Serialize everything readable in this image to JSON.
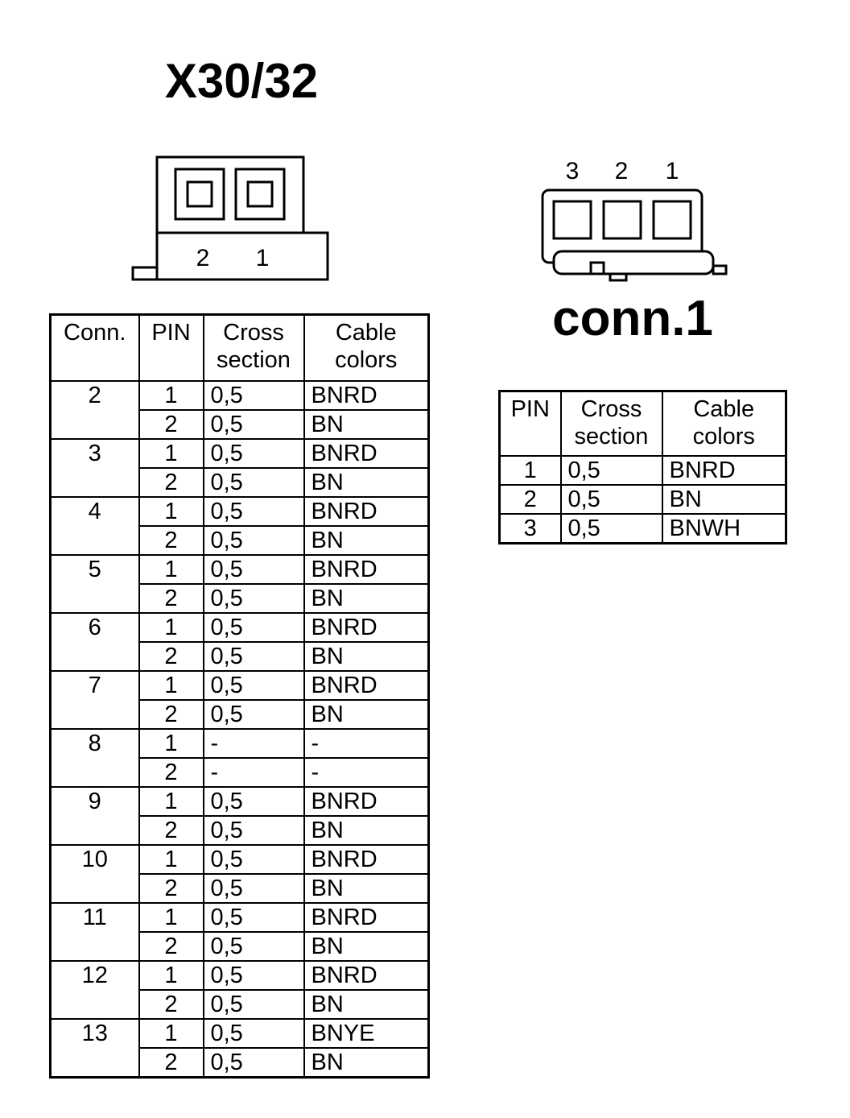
{
  "x30": {
    "title": "X30/32",
    "pin_labels": [
      "2",
      "1"
    ],
    "headers": [
      "Conn.",
      "PIN",
      "Cross section",
      "Cable colors"
    ],
    "groups": [
      {
        "conn": "2",
        "rows": [
          {
            "pin": "1",
            "cross": "0,5",
            "color": "BNRD"
          },
          {
            "pin": "2",
            "cross": "0,5",
            "color": "BN"
          }
        ]
      },
      {
        "conn": "3",
        "rows": [
          {
            "pin": "1",
            "cross": "0,5",
            "color": "BNRD"
          },
          {
            "pin": "2",
            "cross": "0,5",
            "color": "BN"
          }
        ]
      },
      {
        "conn": "4",
        "rows": [
          {
            "pin": "1",
            "cross": "0,5",
            "color": "BNRD"
          },
          {
            "pin": "2",
            "cross": "0,5",
            "color": "BN"
          }
        ]
      },
      {
        "conn": "5",
        "rows": [
          {
            "pin": "1",
            "cross": "0,5",
            "color": "BNRD"
          },
          {
            "pin": "2",
            "cross": "0,5",
            "color": "BN"
          }
        ]
      },
      {
        "conn": "6",
        "rows": [
          {
            "pin": "1",
            "cross": "0,5",
            "color": "BNRD"
          },
          {
            "pin": "2",
            "cross": "0,5",
            "color": "BN"
          }
        ]
      },
      {
        "conn": "7",
        "rows": [
          {
            "pin": "1",
            "cross": "0,5",
            "color": "BNRD"
          },
          {
            "pin": "2",
            "cross": "0,5",
            "color": "BN"
          }
        ]
      },
      {
        "conn": "8",
        "rows": [
          {
            "pin": "1",
            "cross": "-",
            "color": "-"
          },
          {
            "pin": "2",
            "cross": "-",
            "color": "-"
          }
        ]
      },
      {
        "conn": "9",
        "rows": [
          {
            "pin": "1",
            "cross": "0,5",
            "color": "BNRD"
          },
          {
            "pin": "2",
            "cross": "0,5",
            "color": "BN"
          }
        ]
      },
      {
        "conn": "10",
        "rows": [
          {
            "pin": "1",
            "cross": "0,5",
            "color": "BNRD"
          },
          {
            "pin": "2",
            "cross": "0,5",
            "color": "BN"
          }
        ]
      },
      {
        "conn": "11",
        "rows": [
          {
            "pin": "1",
            "cross": "0,5",
            "color": "BNRD"
          },
          {
            "pin": "2",
            "cross": "0,5",
            "color": "BN"
          }
        ]
      },
      {
        "conn": "12",
        "rows": [
          {
            "pin": "1",
            "cross": "0,5",
            "color": "BNRD"
          },
          {
            "pin": "2",
            "cross": "0,5",
            "color": "BN"
          }
        ]
      },
      {
        "conn": "13",
        "rows": [
          {
            "pin": "1",
            "cross": "0,5",
            "color": "BNYE"
          },
          {
            "pin": "2",
            "cross": "0,5",
            "color": "BN"
          }
        ]
      }
    ]
  },
  "conn1": {
    "title": "conn.1",
    "pin_labels": [
      "3",
      "2",
      "1"
    ],
    "headers": [
      "PIN",
      "Cross section",
      "Cable colors"
    ],
    "rows": [
      {
        "pin": "1",
        "cross": "0,5",
        "color": "BNRD"
      },
      {
        "pin": "2",
        "cross": "0,5",
        "color": "BN"
      },
      {
        "pin": "3",
        "cross": "0,5",
        "color": "BNWH"
      }
    ]
  }
}
